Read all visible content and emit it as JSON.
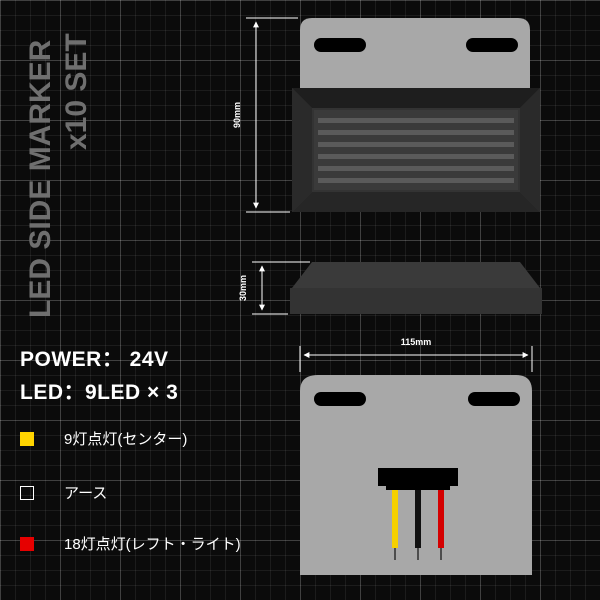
{
  "title": {
    "line1": "LED SIDE MARKER",
    "line2": "x10 SET",
    "color": "#6f6f6f"
  },
  "dimensions": {
    "height": "90mm",
    "depth": "30mm",
    "width": "115mm"
  },
  "specs": {
    "power": "POWER： 24V",
    "led": "LED：9LED × 3"
  },
  "legend": [
    {
      "label": "9灯点灯(センター)",
      "color": "#ffd400",
      "filled": true
    },
    {
      "label": "アース",
      "color": "#ffffff",
      "filled": false
    },
    {
      "label": "18灯点灯(レフト・ライト)",
      "color": "#e60000",
      "filled": true
    }
  ],
  "wire_colors": [
    "#f5d000",
    "#111111",
    "#d40000"
  ]
}
